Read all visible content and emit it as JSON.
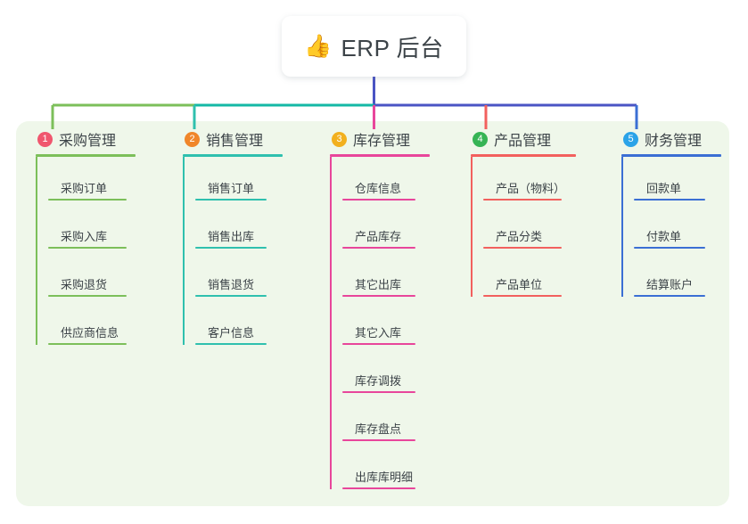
{
  "root": {
    "icon": "thumbs-up-icon",
    "emoji": "👍",
    "title": "ERP 后台"
  },
  "palette": {
    "canvas_bg": "#EFF7EA",
    "text": "#3C4348",
    "bus_green": "#7CBF5A",
    "bus_teal": "#14B8A6",
    "bus_blue": "#4A54C4"
  },
  "columns": [
    {
      "number": "1",
      "title": "采购管理",
      "badge_color": "#F0566E",
      "line_color": "#7CBF5A",
      "items": [
        {
          "label": "采购订单"
        },
        {
          "label": "采购入库"
        },
        {
          "label": "采购退货"
        },
        {
          "label": "供应商信息"
        }
      ]
    },
    {
      "number": "2",
      "title": "销售管理",
      "badge_color": "#F0862A",
      "line_color": "#2FC0AE",
      "items": [
        {
          "label": "销售订单"
        },
        {
          "label": "销售出库"
        },
        {
          "label": "销售退货"
        },
        {
          "label": "客户信息"
        }
      ]
    },
    {
      "number": "3",
      "title": "库存管理",
      "badge_color": "#F2B01E",
      "line_color": "#E8469B",
      "items": [
        {
          "label": "仓库信息"
        },
        {
          "label": "产品库存"
        },
        {
          "label": "其它出库"
        },
        {
          "label": "其它入库"
        },
        {
          "label": "库存调拨"
        },
        {
          "label": "库存盘点"
        },
        {
          "label": "出库库明细"
        }
      ]
    },
    {
      "number": "4",
      "title": "产品管理",
      "badge_color": "#36B455",
      "line_color": "#F2605E",
      "items": [
        {
          "label": "产品（物料）"
        },
        {
          "label": "产品分类"
        },
        {
          "label": "产品单位"
        }
      ]
    },
    {
      "number": "5",
      "title": "财务管理",
      "badge_color": "#2BA3E8",
      "line_color": "#3B6FD4",
      "items": [
        {
          "label": "回款单"
        },
        {
          "label": "付款单"
        },
        {
          "label": "结算账户"
        }
      ]
    }
  ]
}
